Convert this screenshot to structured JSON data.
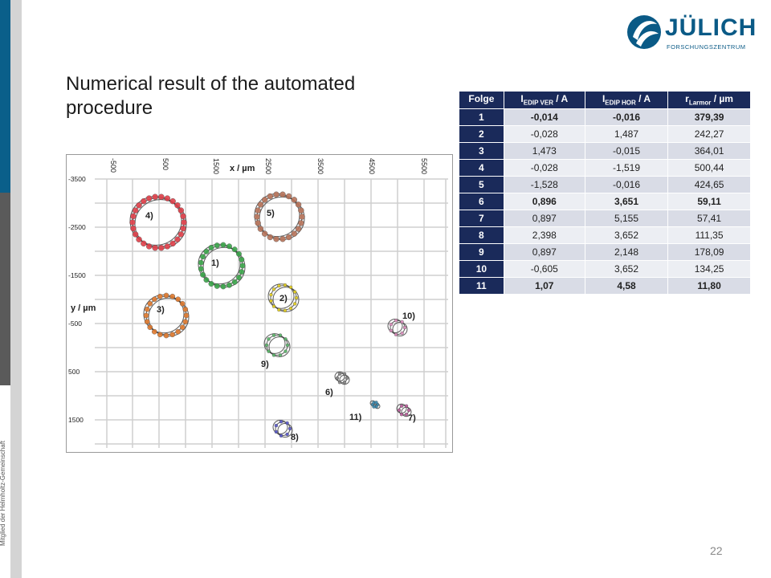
{
  "side_text": "Mitglied der Helmholtz-Gemeinschaft",
  "logo": {
    "word": "JÜLICH",
    "sub": "FORSCHUNGSZENTRUM"
  },
  "title": "Numerical result of the automated procedure",
  "plot": {
    "xlabel": "x / µm",
    "ylabel": "y / µm",
    "x_ticks": [
      "-500",
      "500",
      "1500",
      "2500",
      "3500",
      "4500",
      "5500"
    ],
    "y_ticks": [
      "-3500",
      "-2500",
      "-1500",
      "-500",
      "500",
      "1500"
    ],
    "clusters": [
      {
        "label": "1)",
        "color": "#3aa64a"
      },
      {
        "label": "2)",
        "color": "#e8d21e"
      },
      {
        "label": "3)",
        "color": "#e07a2e"
      },
      {
        "label": "4)",
        "color": "#e0404a"
      },
      {
        "label": "5)",
        "color": "#b8745a"
      },
      {
        "label": "6)",
        "color": "#888888"
      },
      {
        "label": "7)",
        "color": "#c060a0"
      },
      {
        "label": "8)",
        "color": "#5a5ad0"
      },
      {
        "label": "9)",
        "color": "#5ab86a"
      },
      {
        "label": "10)",
        "color": "#e090c0"
      },
      {
        "label": "11)",
        "color": "#3a8ab0"
      }
    ]
  },
  "table": {
    "headers": [
      "Folge",
      "I EDIP VER / A",
      "I EDIP HOR / A",
      "r Larmor / µm"
    ],
    "header_main": [
      "Folge",
      "I",
      "I",
      "r"
    ],
    "header_sub": [
      "",
      "EDIP VER",
      "EDIP HOR",
      "Larmor"
    ],
    "header_tail": [
      "",
      " / A",
      " / A",
      " / µm"
    ],
    "rows": [
      [
        "1",
        "-0,014",
        "-0,016",
        "379,39"
      ],
      [
        "2",
        "-0,028",
        "1,487",
        "242,27"
      ],
      [
        "3",
        "1,473",
        "-0,015",
        "364,01"
      ],
      [
        "4",
        "-0,028",
        "-1,519",
        "500,44"
      ],
      [
        "5",
        "-1,528",
        "-0,016",
        "424,65"
      ],
      [
        "6",
        "0,896",
        "3,651",
        "59,11"
      ],
      [
        "7",
        "0,897",
        "5,155",
        "57,41"
      ],
      [
        "8",
        "2,398",
        "3,652",
        "111,35"
      ],
      [
        "9",
        "0,897",
        "2,148",
        "178,09"
      ],
      [
        "10",
        "-0,605",
        "3,652",
        "134,25"
      ],
      [
        "11",
        "1,07",
        "4,58",
        "11,80"
      ]
    ],
    "bold_rows": [
      0,
      5,
      10
    ]
  },
  "page_number": "22"
}
